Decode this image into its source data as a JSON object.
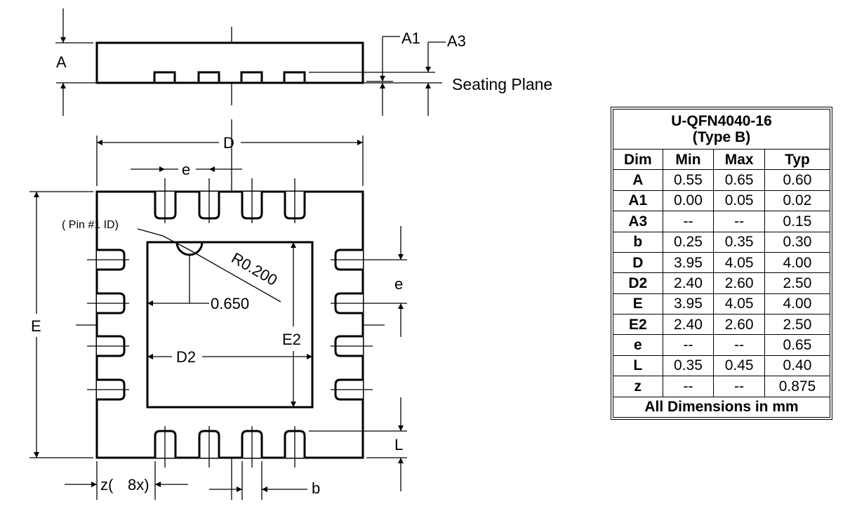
{
  "labels": {
    "A": "A",
    "A1": "A1",
    "A3": "A3",
    "seating_plane": "Seating Plane",
    "D": "D",
    "e_top": "e",
    "pin1": "( Pin #1 ID)",
    "radius": "R0.200",
    "offset": "0.650",
    "E": "E",
    "E2": "E2",
    "D2": "D2",
    "e_right": "e",
    "L": "L",
    "z": "z(",
    "z_count": "8x)",
    "b": "b"
  },
  "table": {
    "title_line1": "U-QFN4040-16",
    "title_line2": "(Type B)",
    "headers": [
      "Dim",
      "Min",
      "Max",
      "Typ"
    ],
    "rows": [
      [
        "A",
        "0.55",
        "0.65",
        "0.60"
      ],
      [
        "A1",
        "0.00",
        "0.05",
        "0.02"
      ],
      [
        "A3",
        "--",
        "--",
        "0.15"
      ],
      [
        "b",
        "0.25",
        "0.35",
        "0.30"
      ],
      [
        "D",
        "3.95",
        "4.05",
        "4.00"
      ],
      [
        "D2",
        "2.40",
        "2.60",
        "2.50"
      ],
      [
        "E",
        "3.95",
        "4.05",
        "4.00"
      ],
      [
        "E2",
        "2.40",
        "2.60",
        "2.50"
      ],
      [
        "e",
        "--",
        "--",
        "0.65"
      ],
      [
        "L",
        "0.35",
        "0.45",
        "0.40"
      ],
      [
        "z",
        "--",
        "--",
        "0.875"
      ]
    ],
    "footer": "All Dimensions in mm"
  }
}
